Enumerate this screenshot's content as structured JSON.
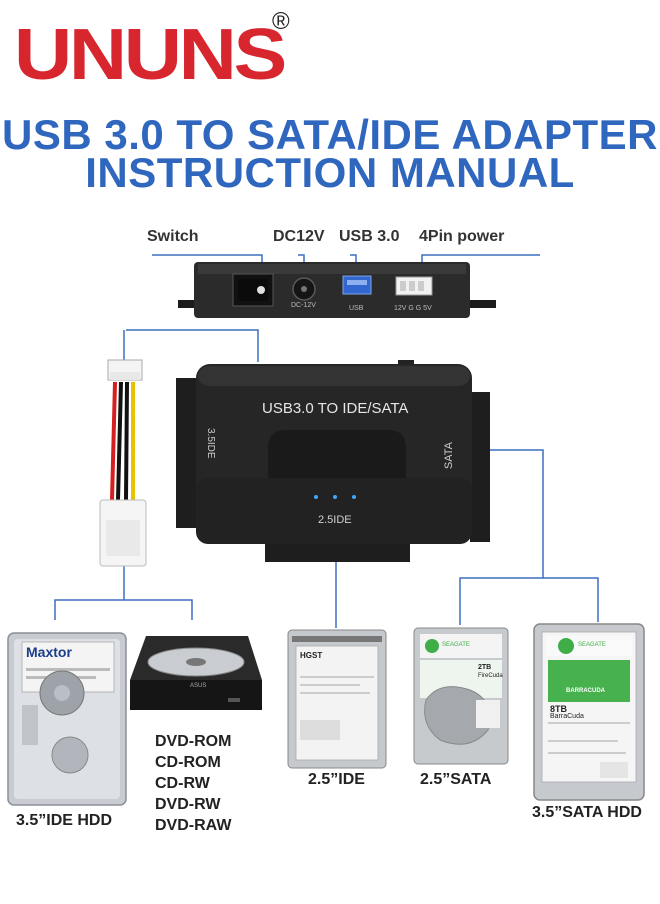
{
  "brand": {
    "logo": "UNUNS",
    "registered": "®",
    "color": "#d8262e"
  },
  "title": {
    "line1": "USB 3.0 TO SATA/IDE ADAPTER",
    "line2": "INSTRUCTION MANUAL",
    "color": "#2f66be"
  },
  "ports": {
    "switch": "Switch",
    "dc12v": "DC12V",
    "usb30": "USB 3.0",
    "power4pin": "4Pin power"
  },
  "port_markings": {
    "dc": "DC-12V",
    "usb": "USB",
    "power": "12V G G 5V"
  },
  "adapter": {
    "label": "USB3.0 TO IDE/SATA",
    "left_port": "3.5IDE",
    "bottom_port": "2.5IDE",
    "right_port": "SATA"
  },
  "devices": {
    "hdd35ide": "3.5”IDE HDD",
    "ide25": "2.5”IDE",
    "sata25": "2.5”SATA",
    "sata35": "3.5”SATA HDD"
  },
  "optical_media": [
    "DVD-ROM",
    "CD-ROM",
    "CD-RW",
    "DVD-RW",
    "DVD-RAW"
  ],
  "drive_labels": {
    "maxtor": "Maxtor",
    "asus": "ASUS",
    "hgst": "HGST",
    "seagate_small": "SEAGATE",
    "firecuda_cap": "2TB",
    "firecuda": "FireCuda",
    "seagate_large": "SEAGATE",
    "barracuda_brand": "BARRACUDA",
    "barracuda_cap": "8TB",
    "barracuda": "BarraCuda"
  },
  "line_color": "#3d6fc0"
}
